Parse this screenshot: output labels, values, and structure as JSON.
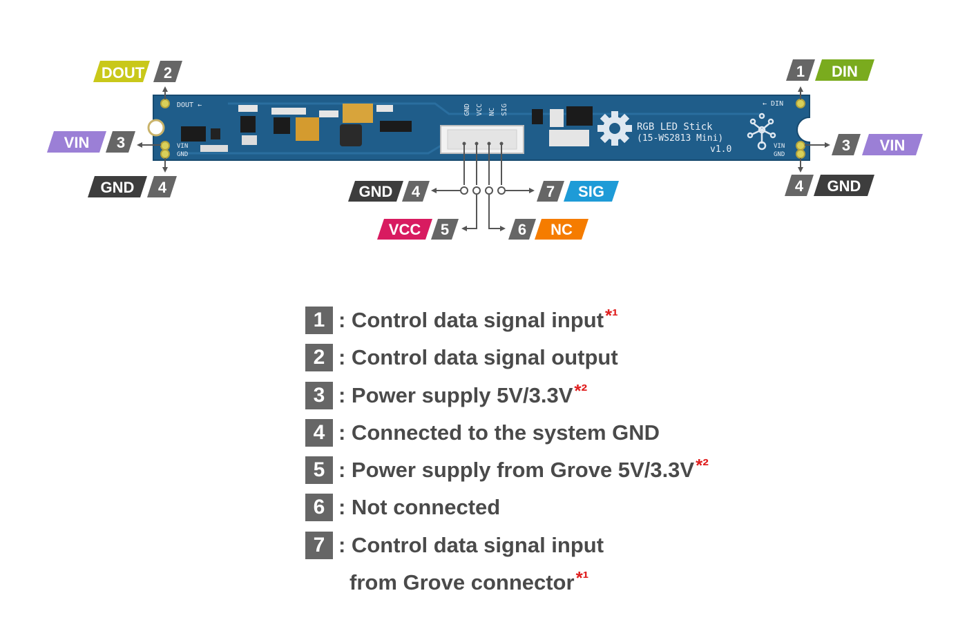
{
  "board": {
    "title_line1": "RGB LED Stick",
    "title_line2": "(15-WS2813 Mini)",
    "version": "v1.0",
    "silk_dout": "DOUT ←",
    "silk_din": "← DIN",
    "silk_vin": "VIN",
    "silk_gnd": "GND",
    "connector_pins": [
      "GND",
      "VCC",
      "NC",
      "SIG"
    ],
    "color_pcb": "#1f5d8a"
  },
  "callouts": {
    "dout": {
      "name": "DOUT",
      "num": "2",
      "color": "#c9c81a"
    },
    "din": {
      "name": "DIN",
      "num": "1",
      "color": "#7aab1e"
    },
    "vin_left": {
      "name": "VIN",
      "num": "3",
      "color": "#9b7fd6"
    },
    "vin_right": {
      "name": "VIN",
      "num": "3",
      "color": "#9b7fd6"
    },
    "gnd_left": {
      "name": "GND",
      "num": "4",
      "color": "#3d3d3d"
    },
    "gnd_right": {
      "name": "GND",
      "num": "4",
      "color": "#3d3d3d"
    },
    "gnd_conn": {
      "name": "GND",
      "num": "4",
      "color": "#3d3d3d"
    },
    "sig_conn": {
      "name": "SIG",
      "num": "7",
      "color": "#1e9bd7"
    },
    "vcc_conn": {
      "name": "VCC",
      "num": "5",
      "color": "#d81b60"
    },
    "nc_conn": {
      "name": "NC",
      "num": "6",
      "color": "#f57c00"
    },
    "num_color": "#666666"
  },
  "legend": {
    "items": [
      {
        "num": "1",
        "text": ": Control data signal input",
        "note": "*¹"
      },
      {
        "num": "2",
        "text": ": Control data signal output",
        "note": ""
      },
      {
        "num": "3",
        "text": ": Power supply 5V/3.3V",
        "note": "*²"
      },
      {
        "num": "4",
        "text": ": Connected to the system GND",
        "note": ""
      },
      {
        "num": "5",
        "text": ": Power supply from Grove 5V/3.3V",
        "note": "*²"
      },
      {
        "num": "6",
        "text": ": Not connected",
        "note": ""
      },
      {
        "num": "7",
        "text": ": Control data signal input",
        "note": ""
      }
    ],
    "continuation": "from Grove connector",
    "continuation_note": "*¹",
    "note_color": "#e02020"
  }
}
